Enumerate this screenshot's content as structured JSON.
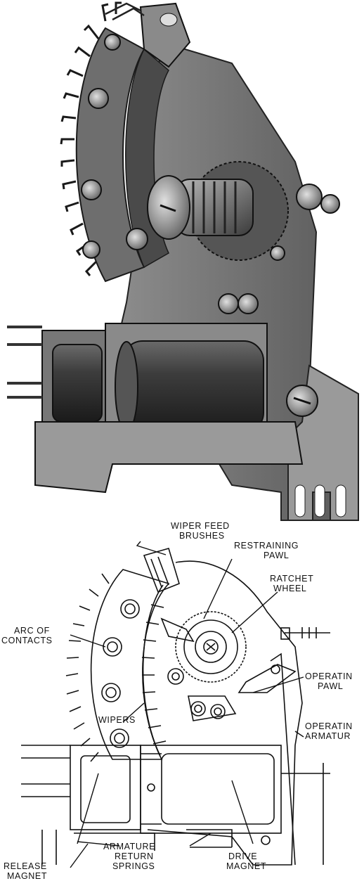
{
  "labels": {
    "wiper_feed_brushes": [
      "WIPER FEED",
      "BRUSHES"
    ],
    "restraining_pawl": [
      "RESTRAINING",
      "PAWL"
    ],
    "ratchet_wheel": [
      "RATCHET",
      "WHEEL"
    ],
    "arc_of_contacts": [
      "ARC OF",
      "CONTACTS"
    ],
    "operating_pawl": [
      "OPERATIN",
      "PAWL"
    ],
    "wipers": [
      "WIPERS"
    ],
    "operating_armature": [
      "OPERATIN",
      "ARMATUR"
    ],
    "release_magnet": [
      "RELEASE",
      "MAGNET"
    ],
    "armature_return_springs": [
      "ARMATURE",
      "RETURN",
      "SPRINGS"
    ],
    "drive_magnet": [
      "DRIVE",
      "MAGNET"
    ]
  }
}
